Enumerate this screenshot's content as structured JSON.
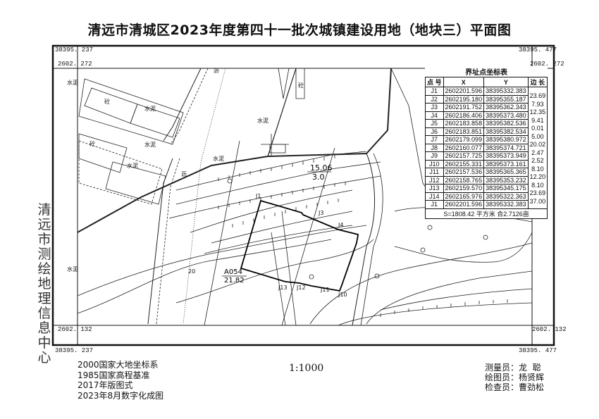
{
  "title": "清远市清城区2023年度第四十一批次城镇建设用地（地块三）平面图",
  "stamp": "清远市测绘地理信息中心",
  "frame": {
    "top_left_x": "38395. 237",
    "top_right_x": "38395. 477",
    "top_left_y": "2602. 272",
    "top_right_y": "2602. 272",
    "bottom_left_y": "2602. 132",
    "bottom_right_y": "2602. 132",
    "bottom_left_x": "38395. 237",
    "bottom_right_x": "38395. 477"
  },
  "coord_table": {
    "title": "界址点坐标表",
    "headers": [
      "点 号",
      "X",
      "Y",
      "边 长"
    ],
    "rows": [
      {
        "pt": "J1",
        "x": "2602201.596",
        "y": "38395332.383"
      },
      {
        "pt": "J2",
        "x": "2602195.180",
        "y": "38395355.187"
      },
      {
        "pt": "J3",
        "x": "2602191.752",
        "y": "38395362.343"
      },
      {
        "pt": "J4",
        "x": "2602186.406",
        "y": "38395373.480"
      },
      {
        "pt": "J5",
        "x": "2602183.858",
        "y": "38395382.536"
      },
      {
        "pt": "J6",
        "x": "2602183.851",
        "y": "38395382.534"
      },
      {
        "pt": "J7",
        "x": "2602179.099",
        "y": "38395380.972"
      },
      {
        "pt": "J8",
        "x": "2602160.077",
        "y": "38395374.721"
      },
      {
        "pt": "J9",
        "x": "2602157.725",
        "y": "38395373.949"
      },
      {
        "pt": "J10",
        "x": "2602155.331",
        "y": "38395373.161"
      },
      {
        "pt": "J11",
        "x": "2602157.536",
        "y": "38395365.365"
      },
      {
        "pt": "J12",
        "x": "2602158.765",
        "y": "38395353.232"
      },
      {
        "pt": "J13",
        "x": "2602159.570",
        "y": "38395345.175"
      },
      {
        "pt": "J14",
        "x": "2602165.976",
        "y": "38395322.363"
      },
      {
        "pt": "J1",
        "x": "2602201.596",
        "y": "38395332.383"
      }
    ],
    "lengths": [
      "23.69",
      "7.93",
      "12.35",
      "9.41",
      "0.01",
      "5.00",
      "20.02",
      "2.47",
      "2.52",
      "8.10",
      "12.20",
      "8.10",
      "23.69",
      "37.00"
    ],
    "area": "S=1808.42  平方米  合2.7126亩"
  },
  "map_labels": {
    "cement": "水泥",
    "concrete": "砼",
    "asphalt": "沥",
    "parcel_top_num": "15.06",
    "parcel_top_den": "3.0",
    "parcel_id": "A054",
    "parcel_val": "21.82",
    "contour_20": "20",
    "j1": "J1",
    "j3": "J3",
    "j4": "J4",
    "j11": "J11",
    "j12": "J12",
    "j13": "J13",
    "j10": "J10"
  },
  "legend_left": [
    "2000国家大地坐标系",
    "1985国家高程基准",
    "2017年版图式",
    "2023年8月数字化成图"
  ],
  "scale": "1:1000",
  "staff": {
    "surveyor_label": "测量员：",
    "surveyor": "龙  聪",
    "drafter_label": "绘图员：",
    "drafter": "杨贤辉",
    "checker_label": "检查员：",
    "checker": "曹劲松"
  }
}
